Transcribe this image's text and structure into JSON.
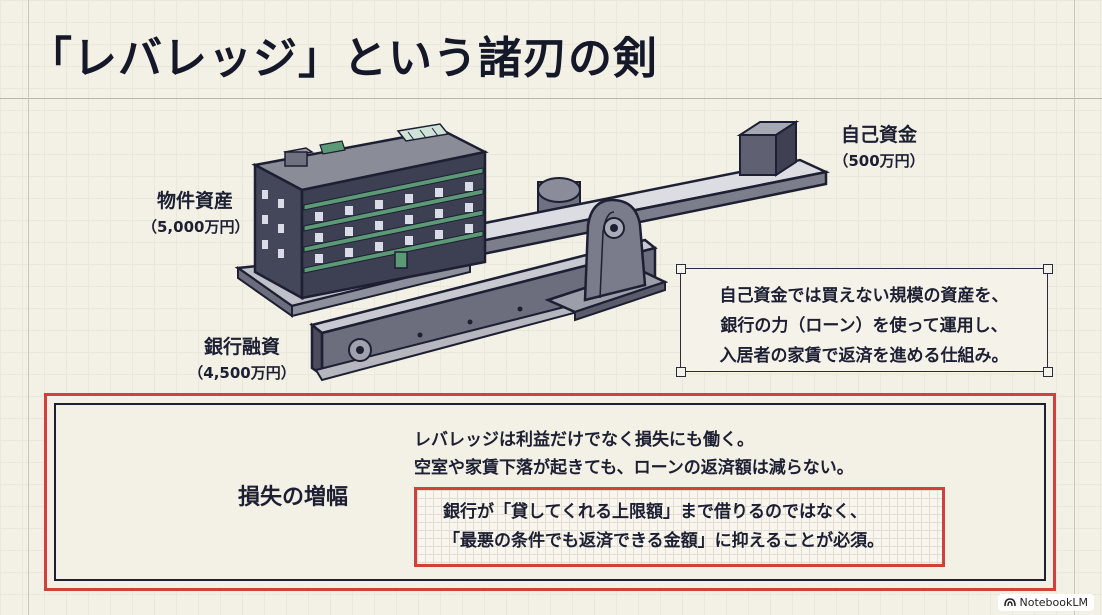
{
  "title": "「レバレッジ」という諸刃の剣",
  "labels": {
    "property": {
      "main": "物件資産",
      "sub": "（5,000万円）"
    },
    "equity": {
      "main": "自己資金",
      "sub": "（500万円）"
    },
    "loan": {
      "main": "銀行融資",
      "sub": "（4,500万円）"
    }
  },
  "info_box": {
    "lines": [
      "自己資金では買えない規模の資産を、",
      "銀行の力（ローン）を使って運用し、",
      "入居者の家賃で返済を進める仕組み。"
    ]
  },
  "loss": {
    "label": "損失の増幅",
    "desc_lines": [
      "レバレッジは利益だけでなく損失にも働く。",
      "空室や家賃下落が起きても、ローンの返済額は減らない。"
    ],
    "tip_lines": [
      "銀行が「貸してくれる上限額」まで借りるのではなく、",
      "「最悪の条件でも返済できる金額」に抑えることが必須。"
    ]
  },
  "badge": {
    "text": "NotebookLM",
    "icon": "notebooklm-icon"
  },
  "colors": {
    "accent_red": "#d0413a",
    "navy": "#1d1f33",
    "building_green": "#4f8a6a",
    "background": "#f3f0e6"
  }
}
